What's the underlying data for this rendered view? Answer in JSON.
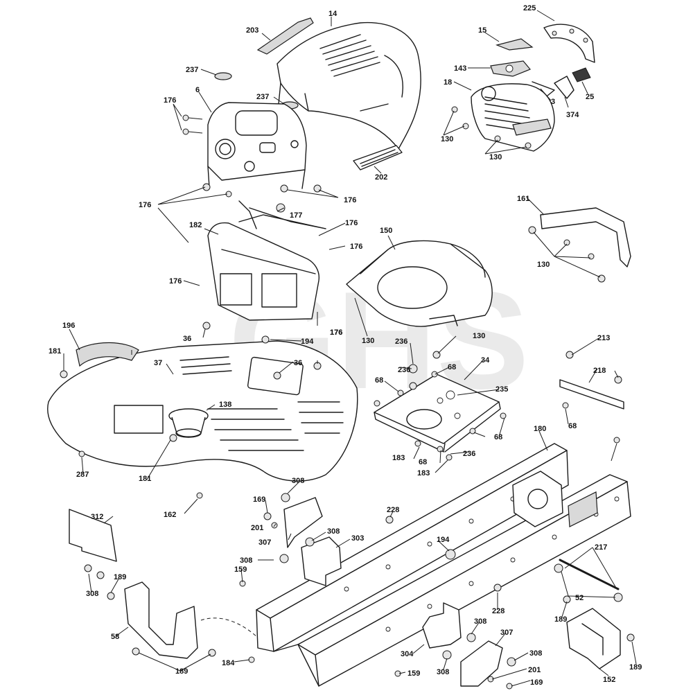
{
  "diagram": {
    "labels": [
      "14",
      "203",
      "237",
      "6",
      "176",
      "237",
      "225",
      "15",
      "143",
      "18",
      "3",
      "25",
      "374",
      "130",
      "130",
      "202",
      "176",
      "176",
      "176",
      "177",
      "182",
      "176",
      "176",
      "176",
      "150",
      "161",
      "130",
      "176",
      "130",
      "196",
      "36",
      "194",
      "181",
      "37",
      "36",
      "236",
      "130",
      "138",
      "236",
      "68",
      "34",
      "68",
      "235",
      "213",
      "218",
      "68",
      "181",
      "287",
      "183",
      "68",
      "236",
      "183",
      "180",
      "68",
      "162",
      "308",
      "169",
      "312",
      "201",
      "228",
      "307",
      "308",
      "303",
      "194",
      "308",
      "159",
      "308",
      "189",
      "217",
      "52",
      "58",
      "228",
      "189",
      "304",
      "308",
      "307",
      "308",
      "189",
      "184",
      "159",
      "308",
      "201",
      "169",
      "152",
      "189"
    ]
  }
}
